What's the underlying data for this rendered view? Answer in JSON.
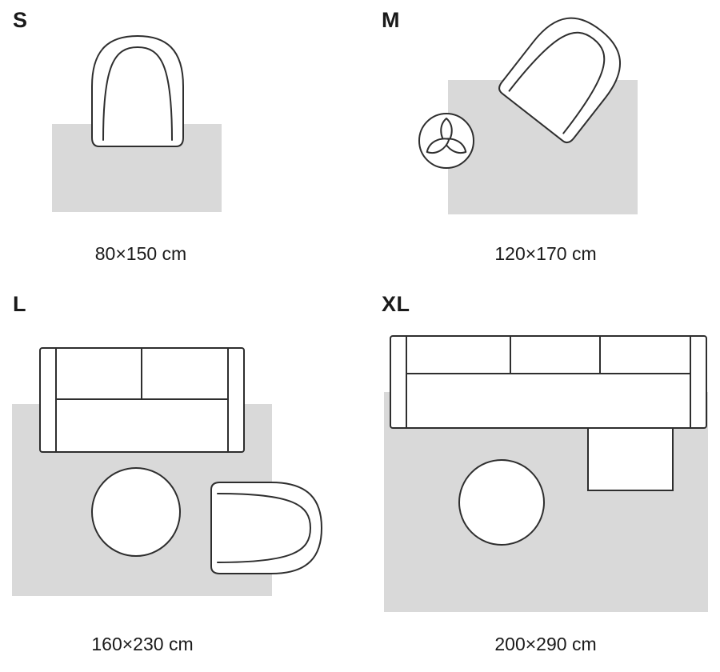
{
  "sizes": [
    {
      "id": "s",
      "label": "S",
      "dimensions": "80×150 cm",
      "items": [
        "armchair"
      ]
    },
    {
      "id": "m",
      "label": "M",
      "dimensions": "120×170 cm",
      "items": [
        "armchair",
        "potted-plant"
      ]
    },
    {
      "id": "l",
      "label": "L",
      "dimensions": "160×230 cm",
      "items": [
        "sofa",
        "round-pouf",
        "armchair"
      ]
    },
    {
      "id": "xl",
      "label": "XL",
      "dimensions": "200×290 cm",
      "items": [
        "sectional-sofa",
        "round-table"
      ]
    }
  ],
  "colors": {
    "rug": "#d9d9d9",
    "outline": "#2e2e2e",
    "text": "#1a1a1a",
    "bg": "#ffffff"
  }
}
